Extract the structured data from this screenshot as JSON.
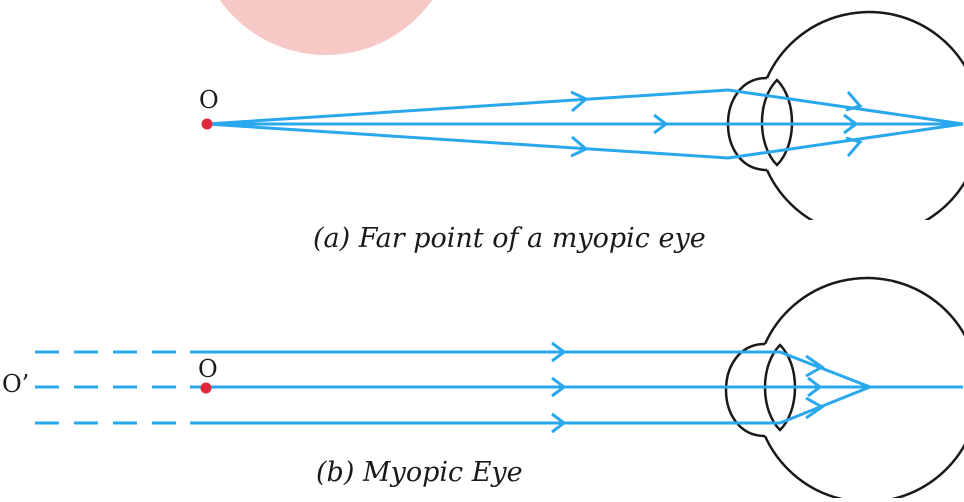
{
  "diagram": {
    "panel_a": {
      "point_label": "O",
      "caption": "(a) Far point of a myopic eye"
    },
    "panel_b": {
      "image_point_label": "O’",
      "point_label": "O",
      "caption": "(b) Myopic Eye"
    }
  },
  "colors": {
    "ray": "#29a8ee",
    "object_point": "#e0283a",
    "eye_outline": "#1a1a1a",
    "watermark": "#f6c9c7"
  }
}
